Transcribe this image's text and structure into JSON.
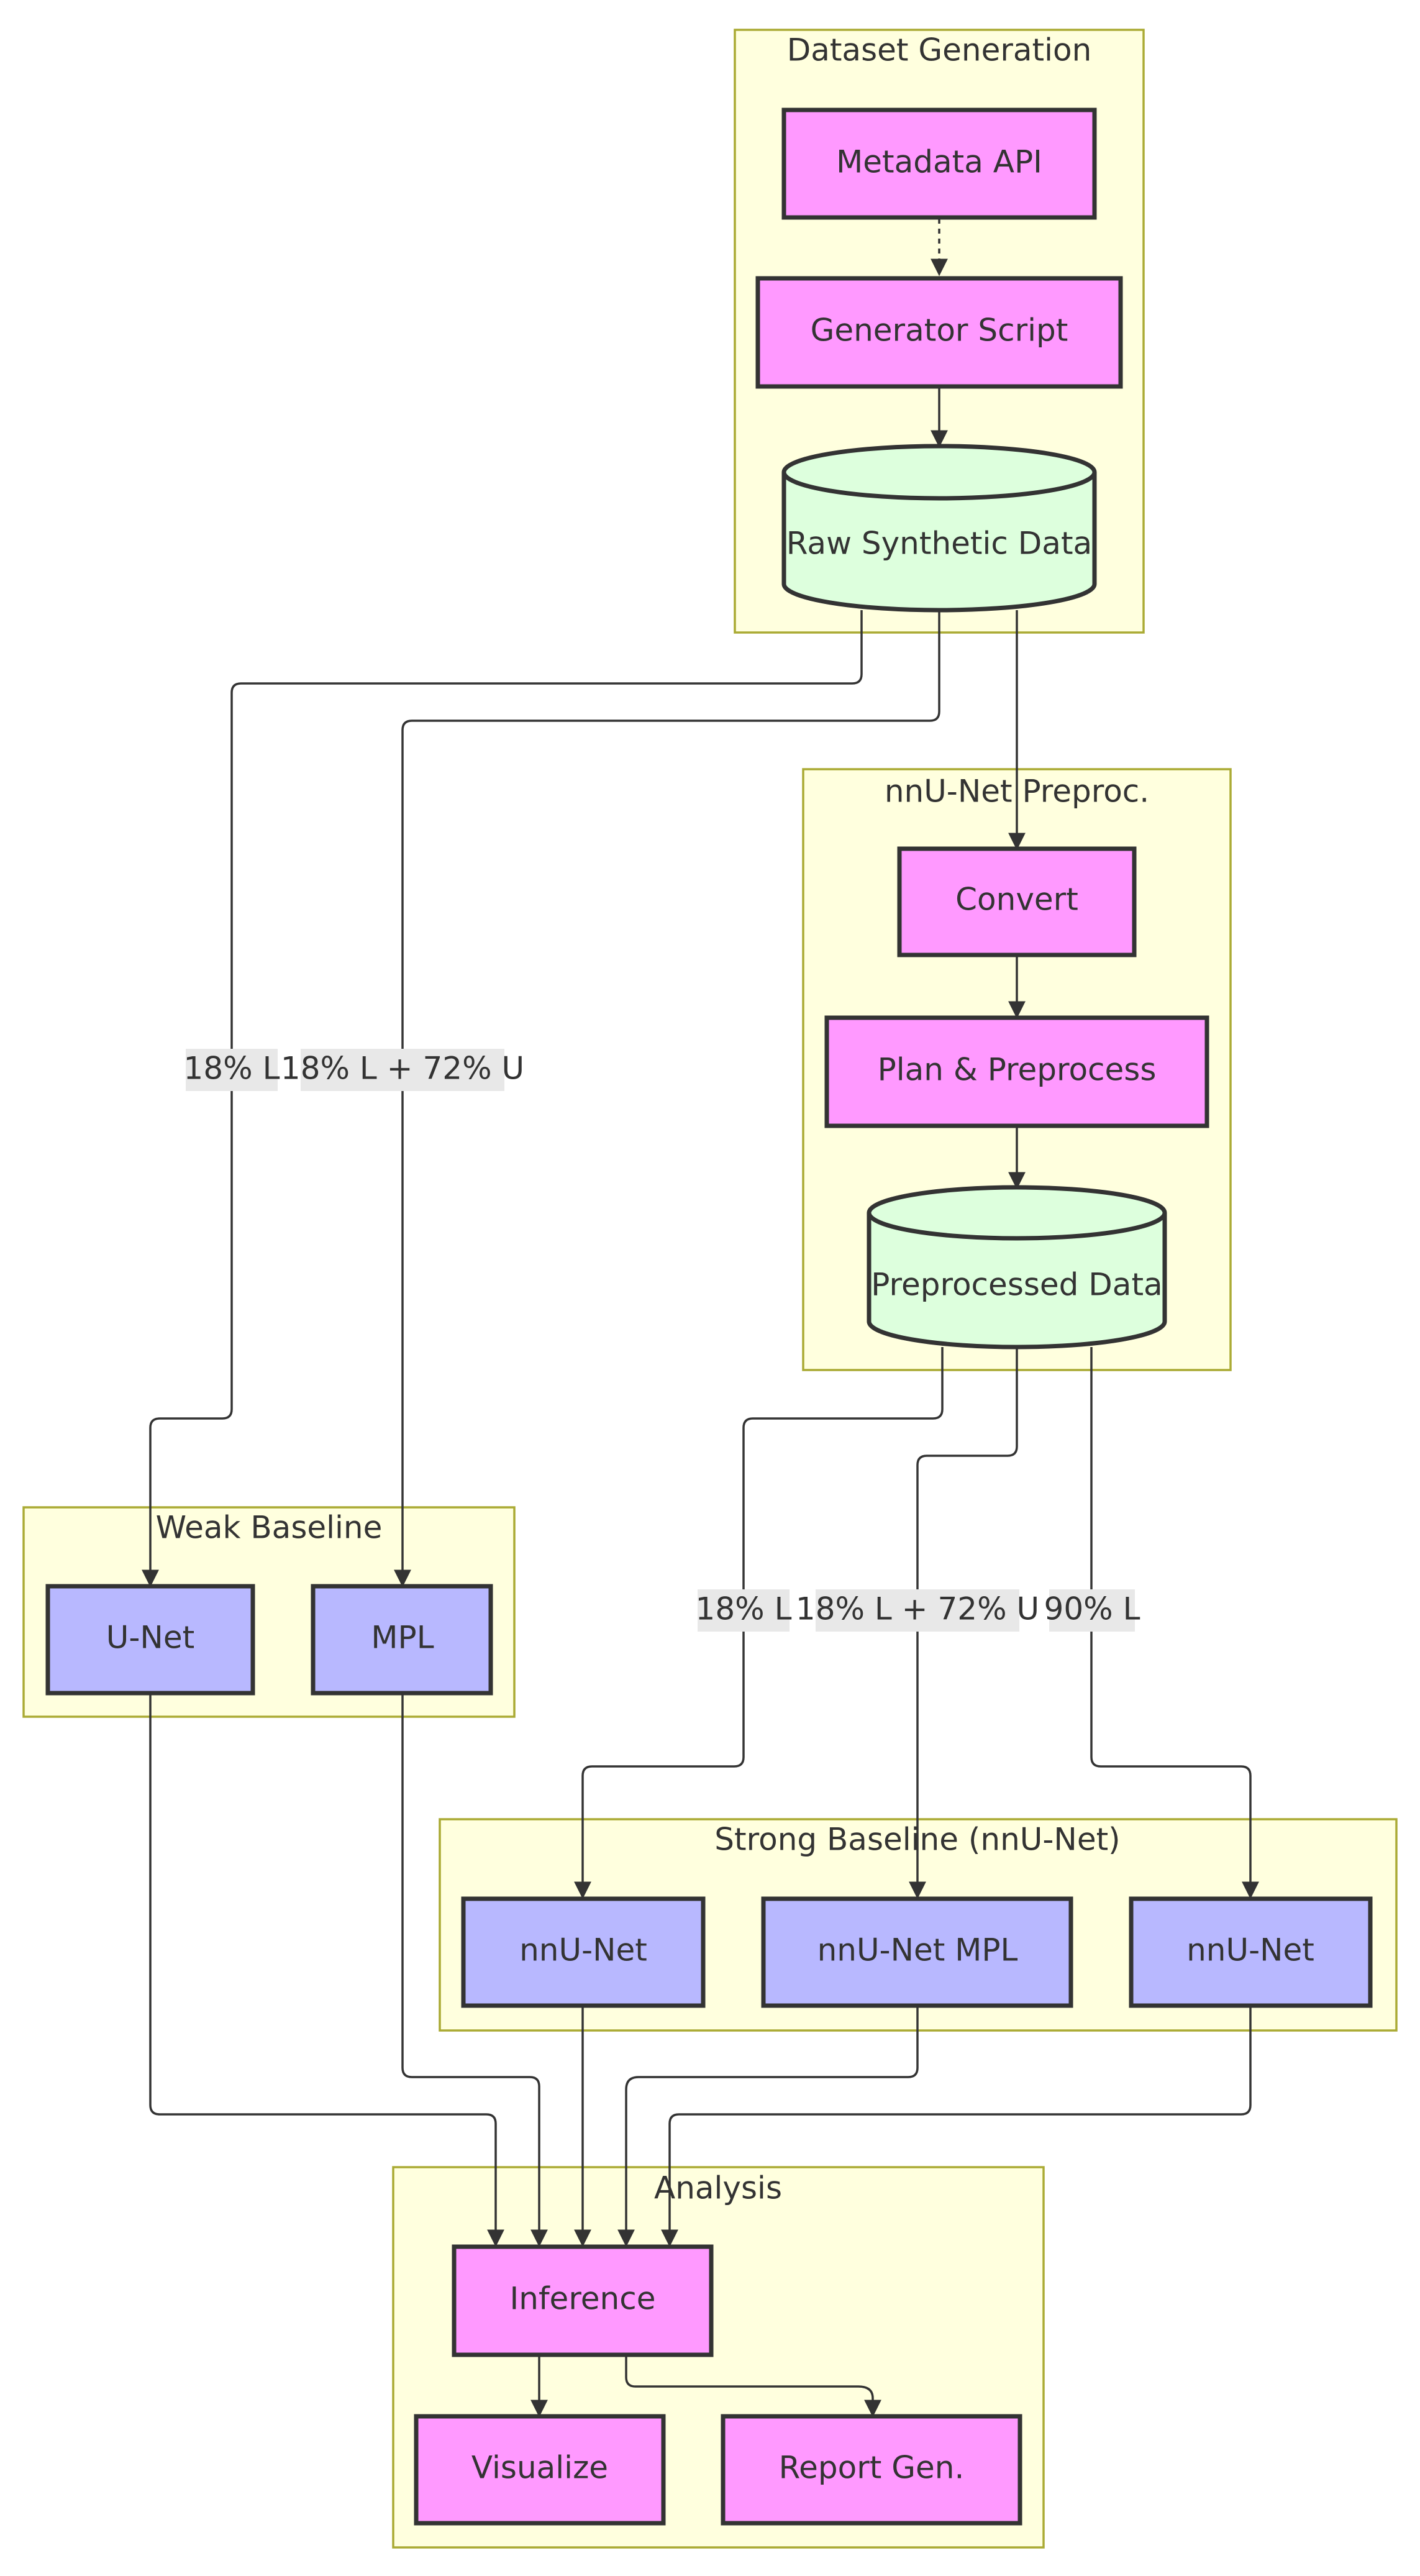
{
  "colors": {
    "cluster_fill": "#ffffde",
    "cluster_border": "#aaaa33",
    "process_fill": "#ff99ff",
    "model_fill": "#b8b8ff",
    "data_fill": "#ddffdd",
    "stroke": "#333333",
    "edge_label_bg": "#e8e8e8"
  },
  "clusters": {
    "dataset_generation": "Dataset Generation",
    "nnunet_preproc": "nnU-Net Preproc.",
    "weak_baseline": "Weak Baseline",
    "strong_baseline": "Strong Baseline (nnU-Net)",
    "analysis": "Analysis"
  },
  "nodes": {
    "metadata_api": "Metadata API",
    "generator_script": "Generator Script",
    "raw_synthetic_data": "Raw Synthetic Data",
    "convert": "Convert",
    "plan_preprocess": "Plan & Preprocess",
    "preprocessed_data": "Preprocessed Data",
    "unet": "U-Net",
    "mpl": "MPL",
    "nnunet_18": "nnU-Net",
    "nnunet_mpl": "nnU-Net MPL",
    "nnunet_90": "nnU-Net",
    "inference": "Inference",
    "visualize": "Visualize",
    "report_gen": "Report Gen."
  },
  "edge_labels": {
    "raw_to_unet": "18% L",
    "raw_to_mpl": "18% L + 72% U",
    "pre_to_nnunet": "18% L",
    "pre_to_nnunet_mpl": "18% L + 72% U",
    "pre_to_nnunet_90": "90% L"
  }
}
